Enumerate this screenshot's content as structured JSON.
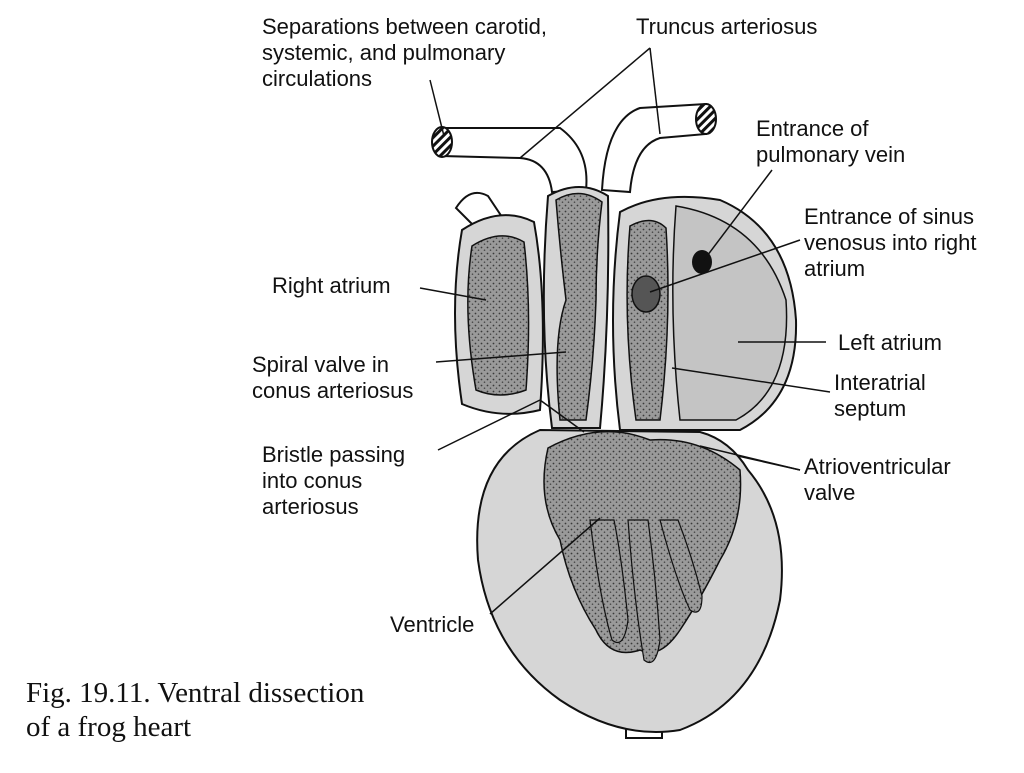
{
  "labels": {
    "separations": "Separations between carotid,\nsystemic, and pulmonary\ncirculations",
    "truncus": "Truncus arteriosus",
    "pulmonary_vein": "Entrance of\npulmonary vein",
    "sinus_venosus": "Entrance of sinus\nvenosus into right\natrium",
    "right_atrium": "Right atrium",
    "spiral_valve": "Spiral valve in\nconus arteriosus",
    "left_atrium": "Left atrium",
    "interatrial": "Interatrial\nseptum",
    "bristle": "Bristle passing\ninto conus\narteriosus",
    "av_valve": "Atrioventricular\nvalve",
    "ventricle": "Ventricle"
  },
  "caption": "Fig. 19.11. Ventral dissection\nof a frog heart"
}
